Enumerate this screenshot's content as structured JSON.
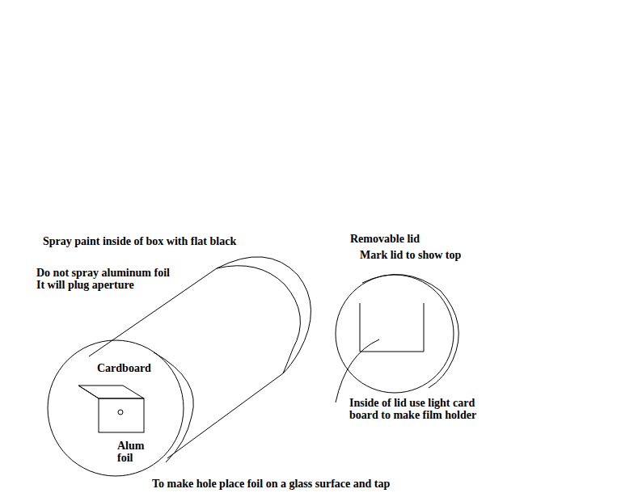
{
  "diagram": {
    "labels": [
      "Spray paint inside of box with flat black",
      "Do not spray aluminum foil It will plug aperture",
      "Removable lid",
      "Mark lid to show top",
      "Cardboard",
      "Alum foil",
      "Inside of lid use light card board to make film holder",
      "To make hole place foil on a glass surface and tap"
    ]
  }
}
